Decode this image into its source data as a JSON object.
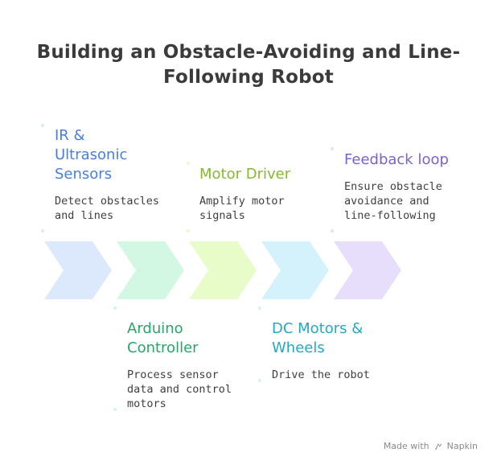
{
  "title": "Building an Obstacle-Avoiding and Line-Following Robot",
  "steps": [
    {
      "title": "IR &\nUltrasonic\nSensors",
      "description": "Detect obstacles\nand lines",
      "color": "#4a7fd9",
      "fill": "#dce8fc"
    },
    {
      "title": "Arduino\nController",
      "description": "Process sensor\ndata and control\nmotors",
      "color": "#27a56a",
      "fill": "#d2f7e2"
    },
    {
      "title": "Motor Driver",
      "description": "Amplify motor\nsignals",
      "color": "#86b832",
      "fill": "#e8fcc9"
    },
    {
      "title": "DC Motors &\nWheels",
      "description": "Drive the robot",
      "color": "#23a9c4",
      "fill": "#d3f2fb"
    },
    {
      "title": "Feedback loop",
      "description": "Ensure obstacle\navoidance and\nline-following",
      "color": "#7a63cf",
      "fill": "#e6defb"
    }
  ],
  "footer": {
    "made_with": "Made with",
    "brand": "Napkin"
  }
}
